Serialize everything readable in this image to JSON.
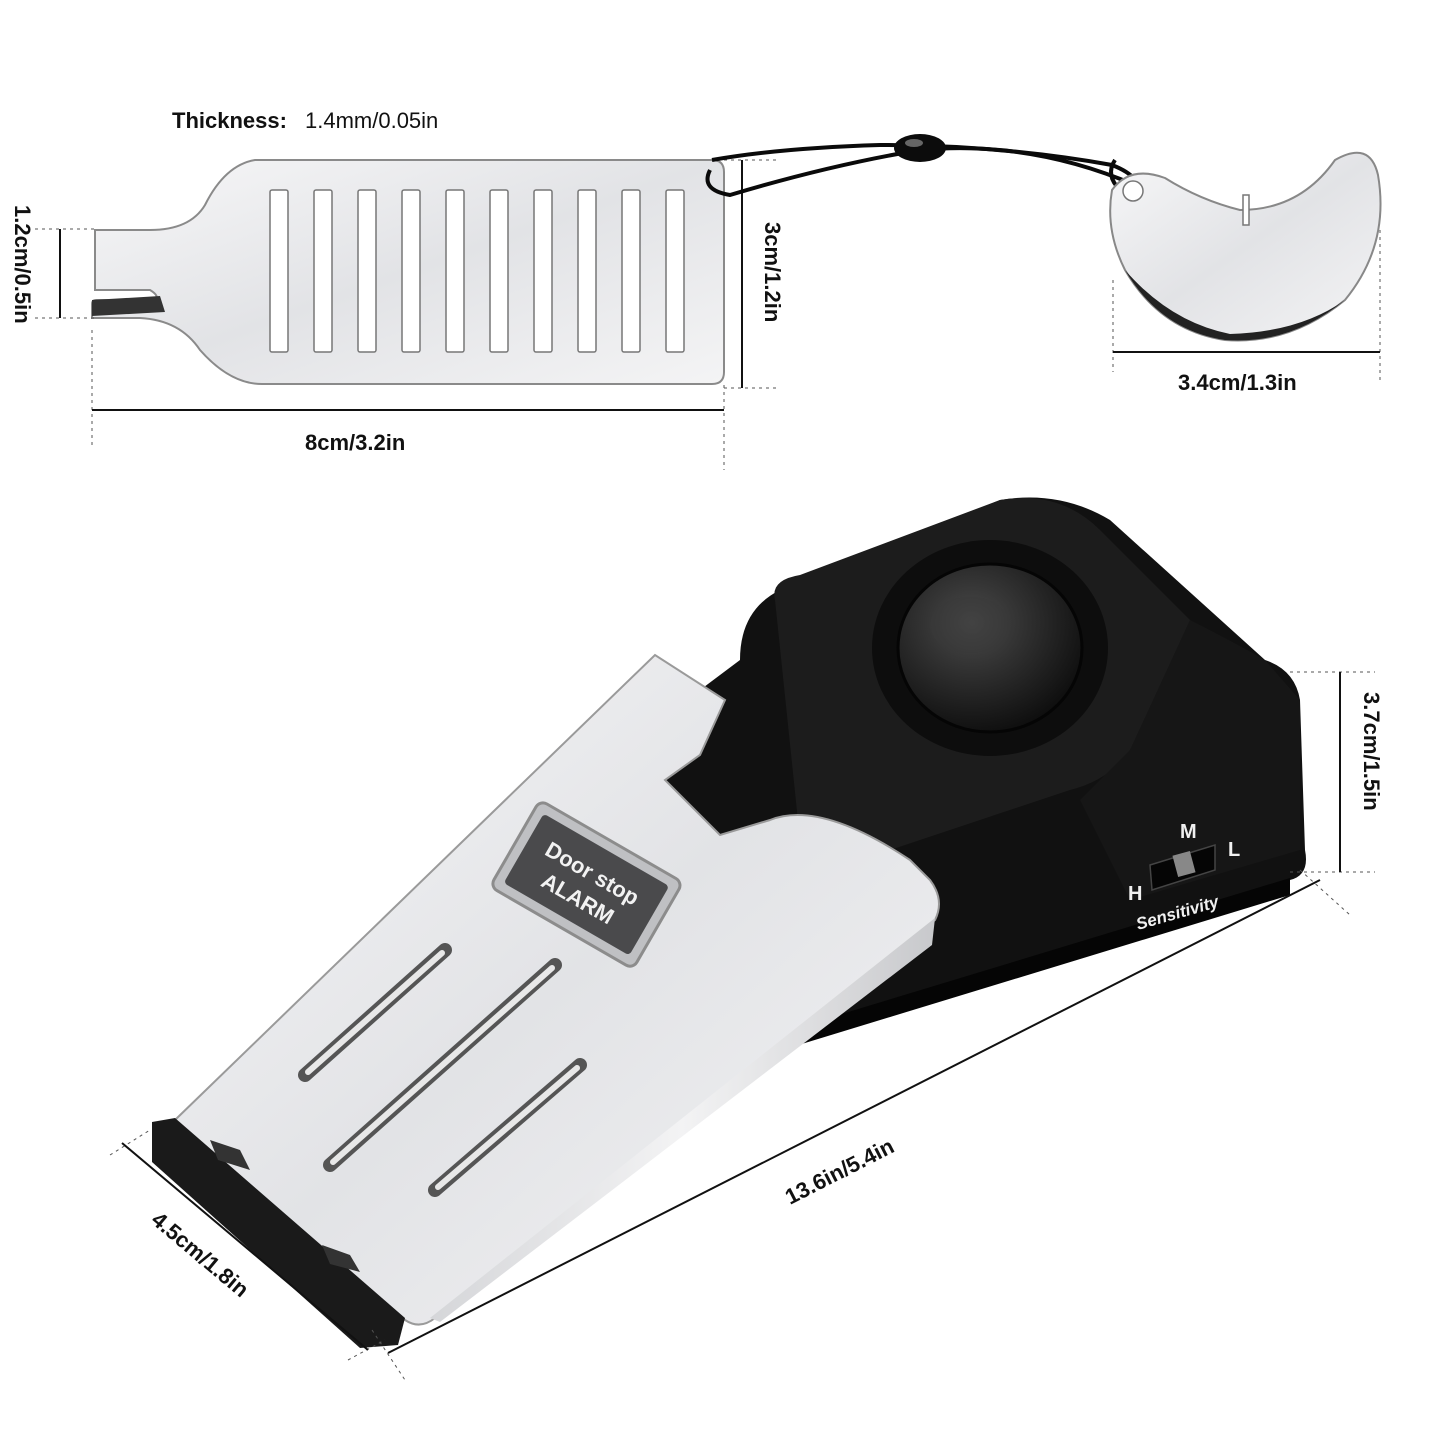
{
  "thickness": {
    "label": "Thickness:",
    "value": "1.4mm/0.05in"
  },
  "card": {
    "height_label": "3cm/1.2in",
    "width_label": "8cm/3.2in",
    "tab_label": "1.2cm/0.5in"
  },
  "tag": {
    "width_label": "3.4cm/1.3in"
  },
  "alarm": {
    "badge_line1": "Door stop",
    "badge_line2": "ALARM",
    "switch_h": "H",
    "switch_m": "M",
    "switch_l": "L",
    "switch_caption": "Sensitivity",
    "height_label": "3.7cm/1.5in",
    "length_label": "13.6in/5.4in",
    "width_label": "4.5cm/1.8in"
  },
  "colors": {
    "body": "#111111",
    "metal": "#dcdde0",
    "accent": "#2a2a2a"
  }
}
